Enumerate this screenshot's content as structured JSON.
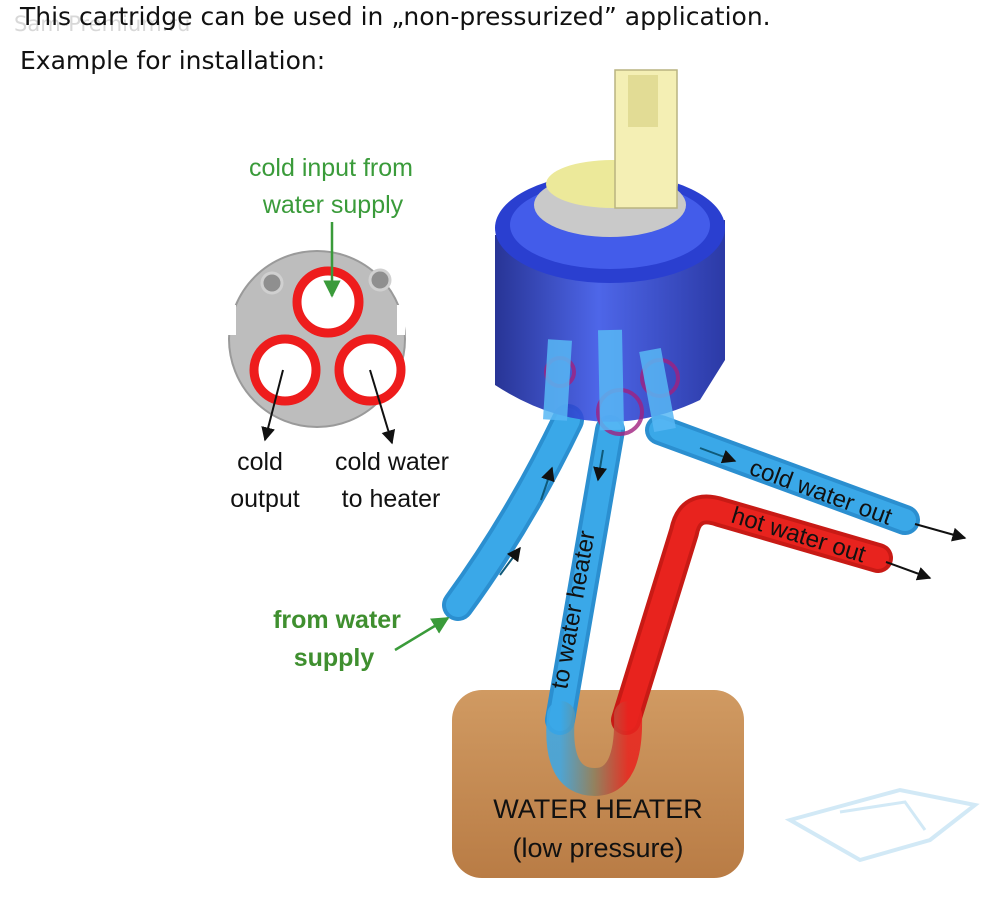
{
  "header": {
    "watermark": "Sam-Premium.ru",
    "line1": "This cartridge can be used in „non-pressurized” application.",
    "line2": "Example for installation:"
  },
  "inset": {
    "cold_input_line1": "cold input from",
    "cold_input_line2": "water supply",
    "cold_output_line1": "cold",
    "cold_output_line2": "output",
    "to_heater_line1": "cold water",
    "to_heater_line2": "to heater"
  },
  "pipes": {
    "cold_water_out": "cold water out",
    "hot_water_out": "hot water out",
    "to_water_heater": "to water heater",
    "from_water_supply_line1": "from water",
    "from_water_supply_line2": "supply"
  },
  "heater": {
    "title": "WATER HEATER",
    "subtitle": "(low pressure)"
  },
  "colors": {
    "cold_pipe": "#3aa8e8",
    "hot_pipe": "#e8231e",
    "seal_ring": "#ee1c1c",
    "cartridge_body": "#1e2fb8",
    "heater_box": "#c48a55",
    "label_green": "#3a9b3a"
  }
}
